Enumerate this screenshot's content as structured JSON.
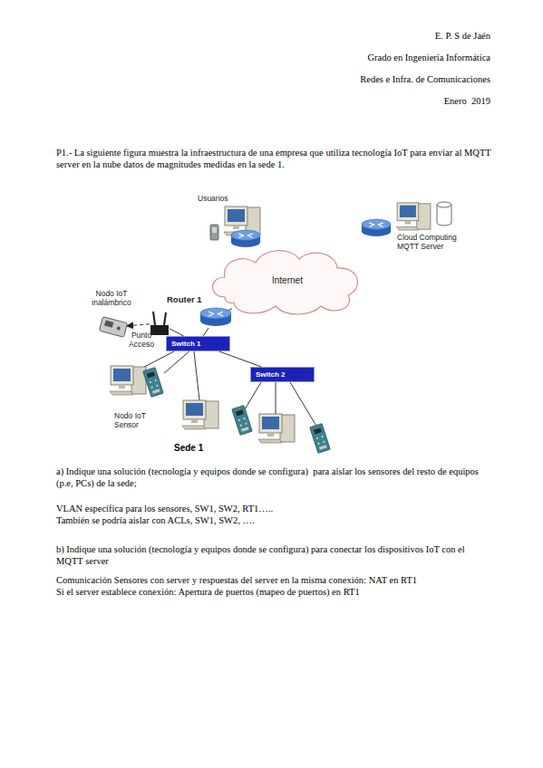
{
  "diagram": {
    "nodes": [
      {
        "text": [
          "Usuarios"
        ]
      },
      {
        "text": [
          "Cloud Computing MQTT Server"
        ]
      },
      {
        "text": [
          "Internet"
        ]
      },
      {
        "text": [
          "Nodo IoT inalámbrico"
        ]
      },
      {
        "text": [
          "Router 1"
        ]
      },
      {
        "text": [
          "Punto Acceso"
        ]
      },
      {
        "text": [
          "Switch 1"
        ]
      },
      {
        "text": [
          "Switch 2"
        ]
      },
      {
        "text": [
          "Nodo IoT Sensor"
        ]
      }
    ],
    "edges": [
      {
        "from": 4,
        "to": 2,
        "arrow": "none"
      },
      {
        "from": 4,
        "to": 6,
        "arrow": "none"
      },
      {
        "from": 6,
        "to": 5,
        "arrow": "none"
      },
      {
        "from": 5,
        "to": 3,
        "arrow": "to"
      },
      {
        "from": 6,
        "to": 7,
        "arrow": "none"
      },
      {
        "from": 6,
        "to": 8,
        "arrow": "none"
      }
    ],
    "labels": [
      "E. P. S de Jaén",
      "Grado en Ingeniería Informática",
      "Redes e Infra. de Comunicaciones",
      "Enero  2019",
      "P1.- La siguiente figura muestra la infraestructura de una empresa que utiliza tecnología IoT para enviar al MQTT server en la nube datos de magnitudes medidas en la sede 1.",
      "Sede 1",
      "a) Indique una solución (tecnología y equipos donde se configura)  para aislar los sensores del resto de equipos (p.e, PCs) de la sede;",
      "VLAN específica para los sensores, SW1, SW2, RT1…..",
      "También se podría aislar con ACLs, SW1, SW2, ….",
      "b) Indique una solución (tecnología y equipos donde se configura) para conectar los dispositivos IoT con el MQTT server",
      "Comunicación Sensores con server y respuestas del server en la misma conexión: NAT en RT1",
      "Si el server establece conexión: Apertura de puertos (mapeo de puertos) en RT1"
    ]
  }
}
